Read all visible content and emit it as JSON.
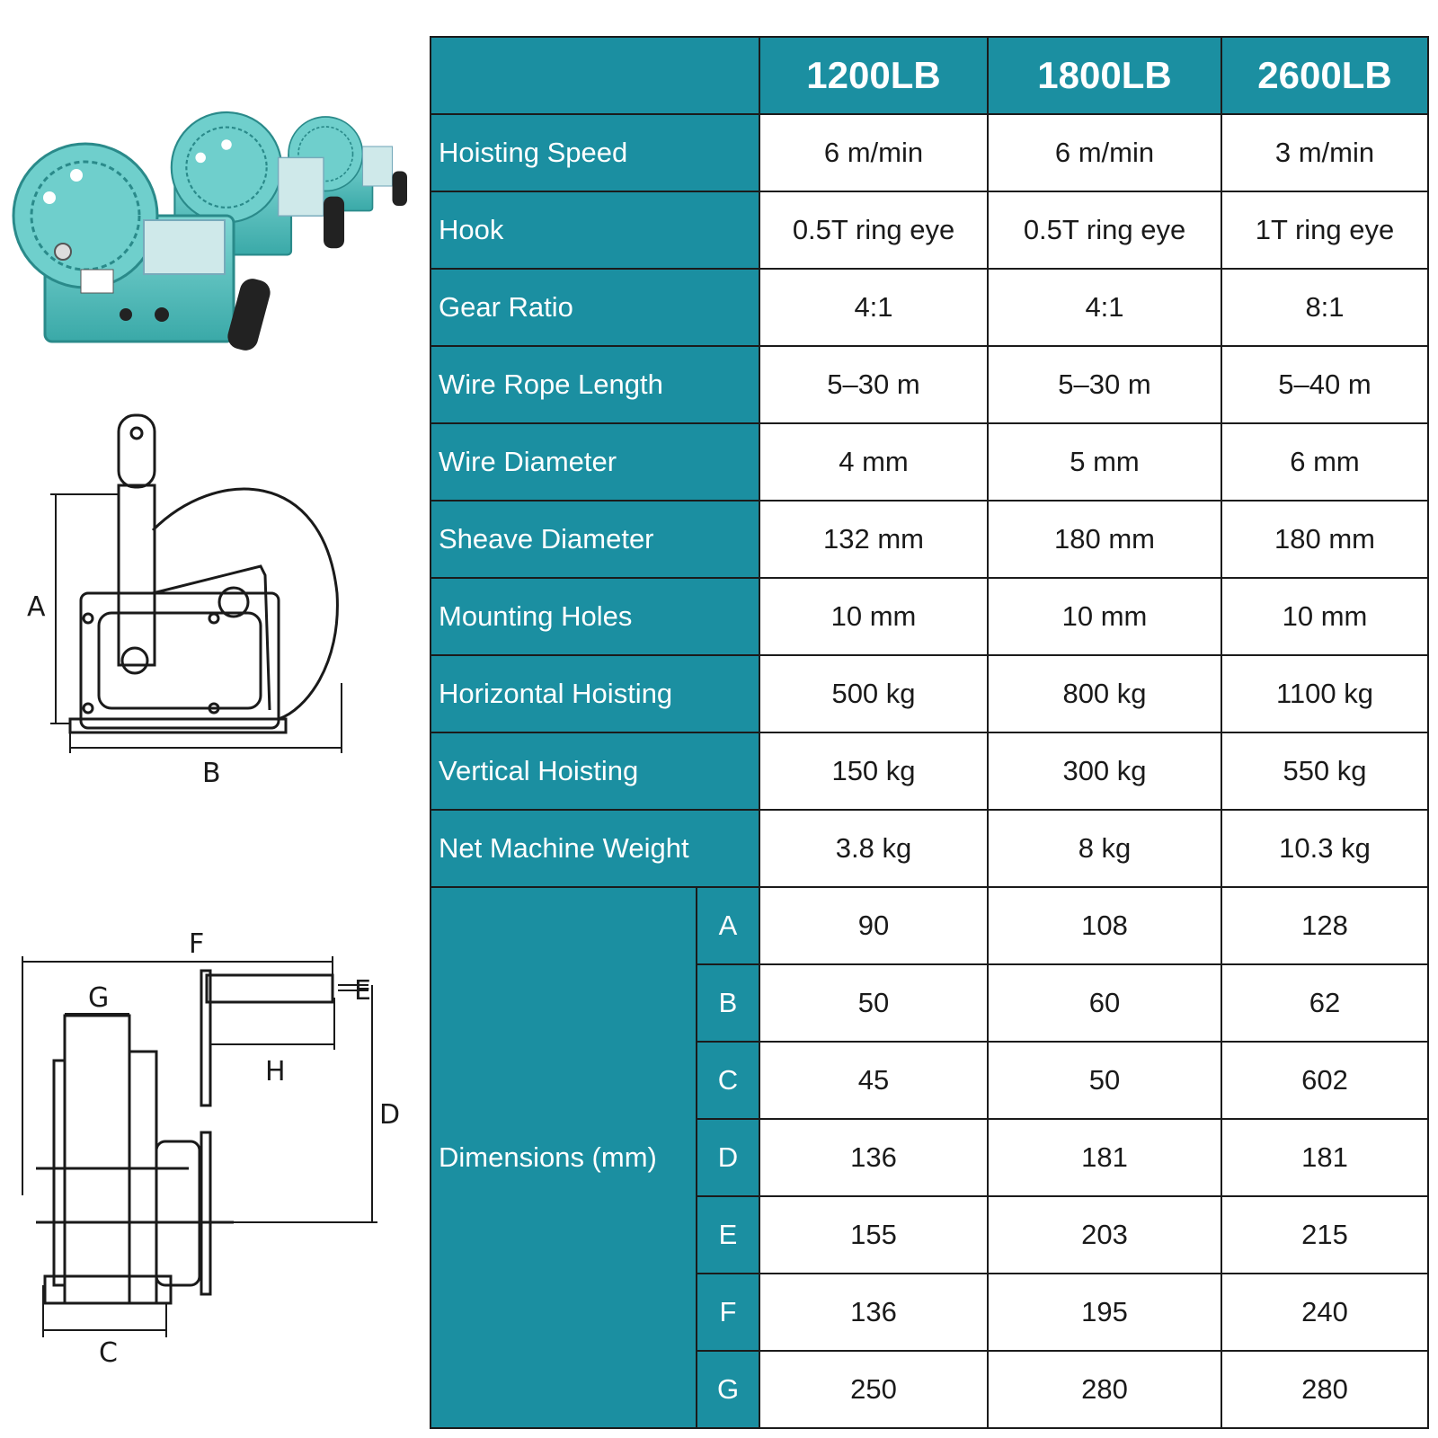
{
  "diagram_labels": {
    "A": "A",
    "B": "B",
    "C": "C",
    "D": "D",
    "E": "E",
    "F": "F",
    "G": "G",
    "H": "H"
  },
  "colors": {
    "header_bg": "#1b8fa1",
    "header_text": "#ffffff",
    "winch_body": "#5cc6c4"
  },
  "table": {
    "headers": [
      "1200LB",
      "1800LB",
      "2600LB"
    ],
    "rows": [
      {
        "label": "Hoisting Speed",
        "values": [
          "6 m/min",
          "6 m/min",
          "3 m/min"
        ]
      },
      {
        "label": "Hook",
        "values": [
          "0.5T ring eye",
          "0.5T ring eye",
          "1T ring eye"
        ]
      },
      {
        "label": "Gear Ratio",
        "values": [
          "4:1",
          "4:1",
          "8:1"
        ]
      },
      {
        "label": "Wire Rope Length",
        "values": [
          "5–30 m",
          "5–30 m",
          "5–40 m"
        ]
      },
      {
        "label": "Wire Diameter",
        "values": [
          "4 mm",
          "5 mm",
          "6 mm"
        ]
      },
      {
        "label": "Sheave Diameter",
        "values": [
          "132 mm",
          "180 mm",
          "180 mm"
        ]
      },
      {
        "label": "Mounting Holes",
        "values": [
          "10 mm",
          "10 mm",
          "10 mm"
        ]
      },
      {
        "label": "Horizontal Hoisting",
        "values": [
          "500 kg",
          "800 kg",
          "1100 kg"
        ]
      },
      {
        "label": "Vertical Hoisting",
        "values": [
          "150 kg",
          "300 kg",
          "550 kg"
        ]
      },
      {
        "label": "Net Machine Weight",
        "values": [
          "3.8 kg",
          "8 kg",
          "10.3 kg"
        ]
      }
    ],
    "dimensions_label": "Dimensions (mm)",
    "dimensions": [
      {
        "key": "A",
        "values": [
          "90",
          "108",
          "128"
        ]
      },
      {
        "key": "B",
        "values": [
          "50",
          "60",
          "62"
        ]
      },
      {
        "key": "C",
        "values": [
          "45",
          "50",
          "602"
        ]
      },
      {
        "key": "D",
        "values": [
          "136",
          "181",
          "181"
        ]
      },
      {
        "key": "E",
        "values": [
          "155",
          "203",
          "215"
        ]
      },
      {
        "key": "F",
        "values": [
          "136",
          "195",
          "240"
        ]
      },
      {
        "key": "G",
        "values": [
          "250",
          "280",
          "280"
        ]
      }
    ]
  }
}
